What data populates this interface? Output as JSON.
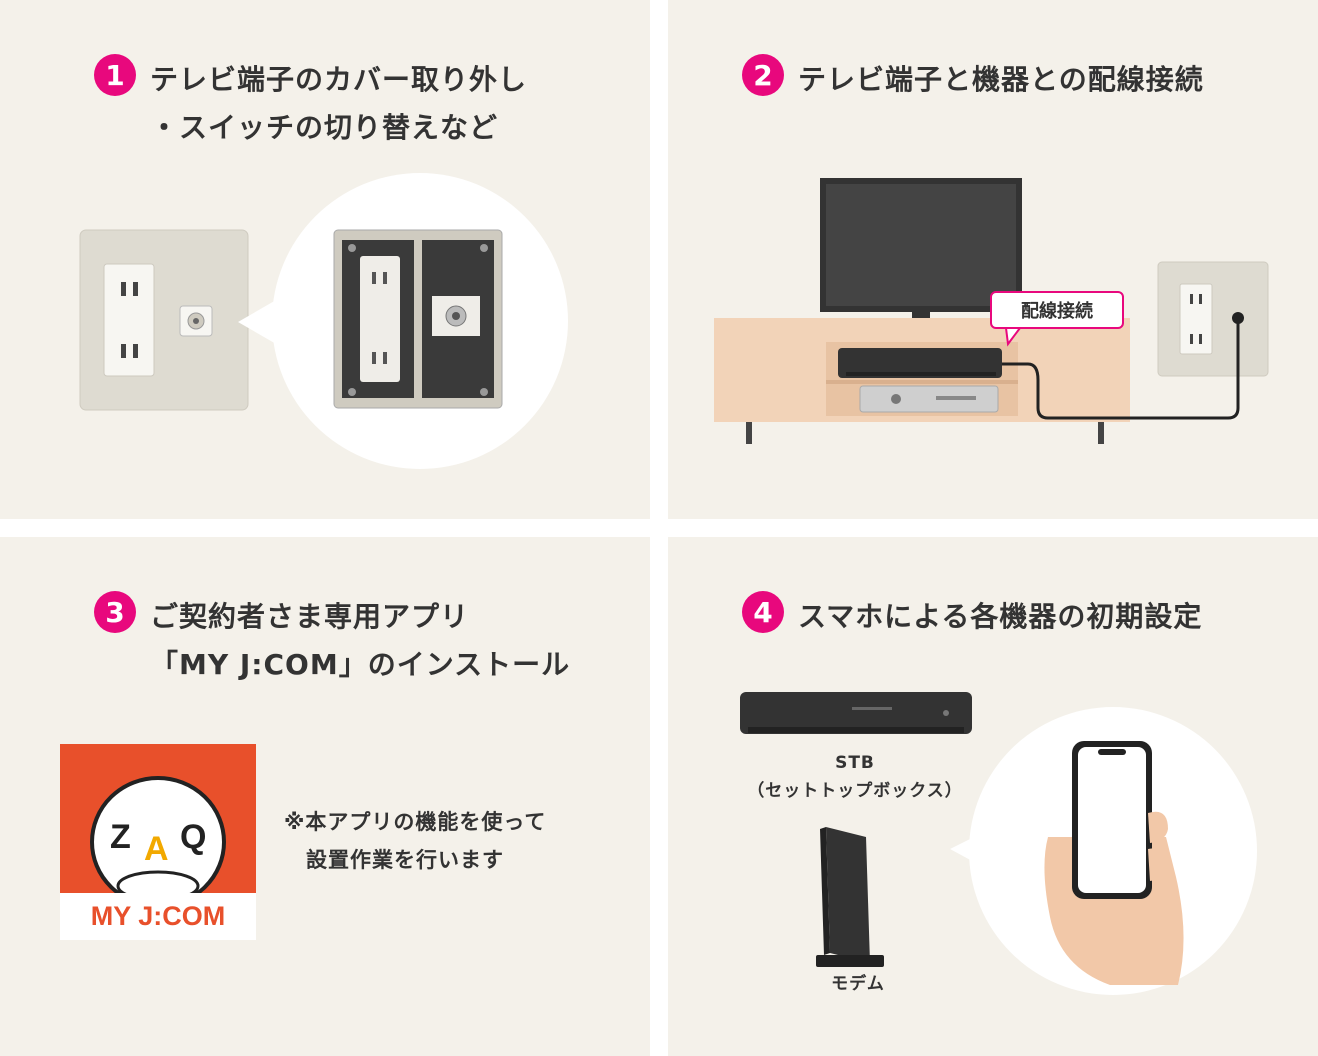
{
  "colors": {
    "accent": "#e8087d",
    "panel_bg": "#f4f1ea",
    "app_red": "#e8502b"
  },
  "steps": [
    {
      "number": "1",
      "title_lines": [
        "テレビ端子のカバー取り外し",
        "・スイッチの切り替えなど"
      ]
    },
    {
      "number": "2",
      "title_lines": [
        "テレビ端子と機器との配線接続"
      ],
      "callout": "配線接続"
    },
    {
      "number": "3",
      "title_lines": [
        "ご契約者さま専用アプリ",
        "「MY J:COM」のインストール"
      ],
      "app_icon": {
        "mascot_text": [
          "Z",
          "A",
          "Q"
        ],
        "caption": "MY J:COM"
      },
      "note_lines": [
        "※本アプリの機能を使って",
        "設置作業を行います"
      ]
    },
    {
      "number": "4",
      "title_lines": [
        "スマホによる各機器の初期設定"
      ],
      "stb_label": [
        "STB",
        "（セットトップボックス）"
      ],
      "modem_label": "モデム"
    }
  ]
}
